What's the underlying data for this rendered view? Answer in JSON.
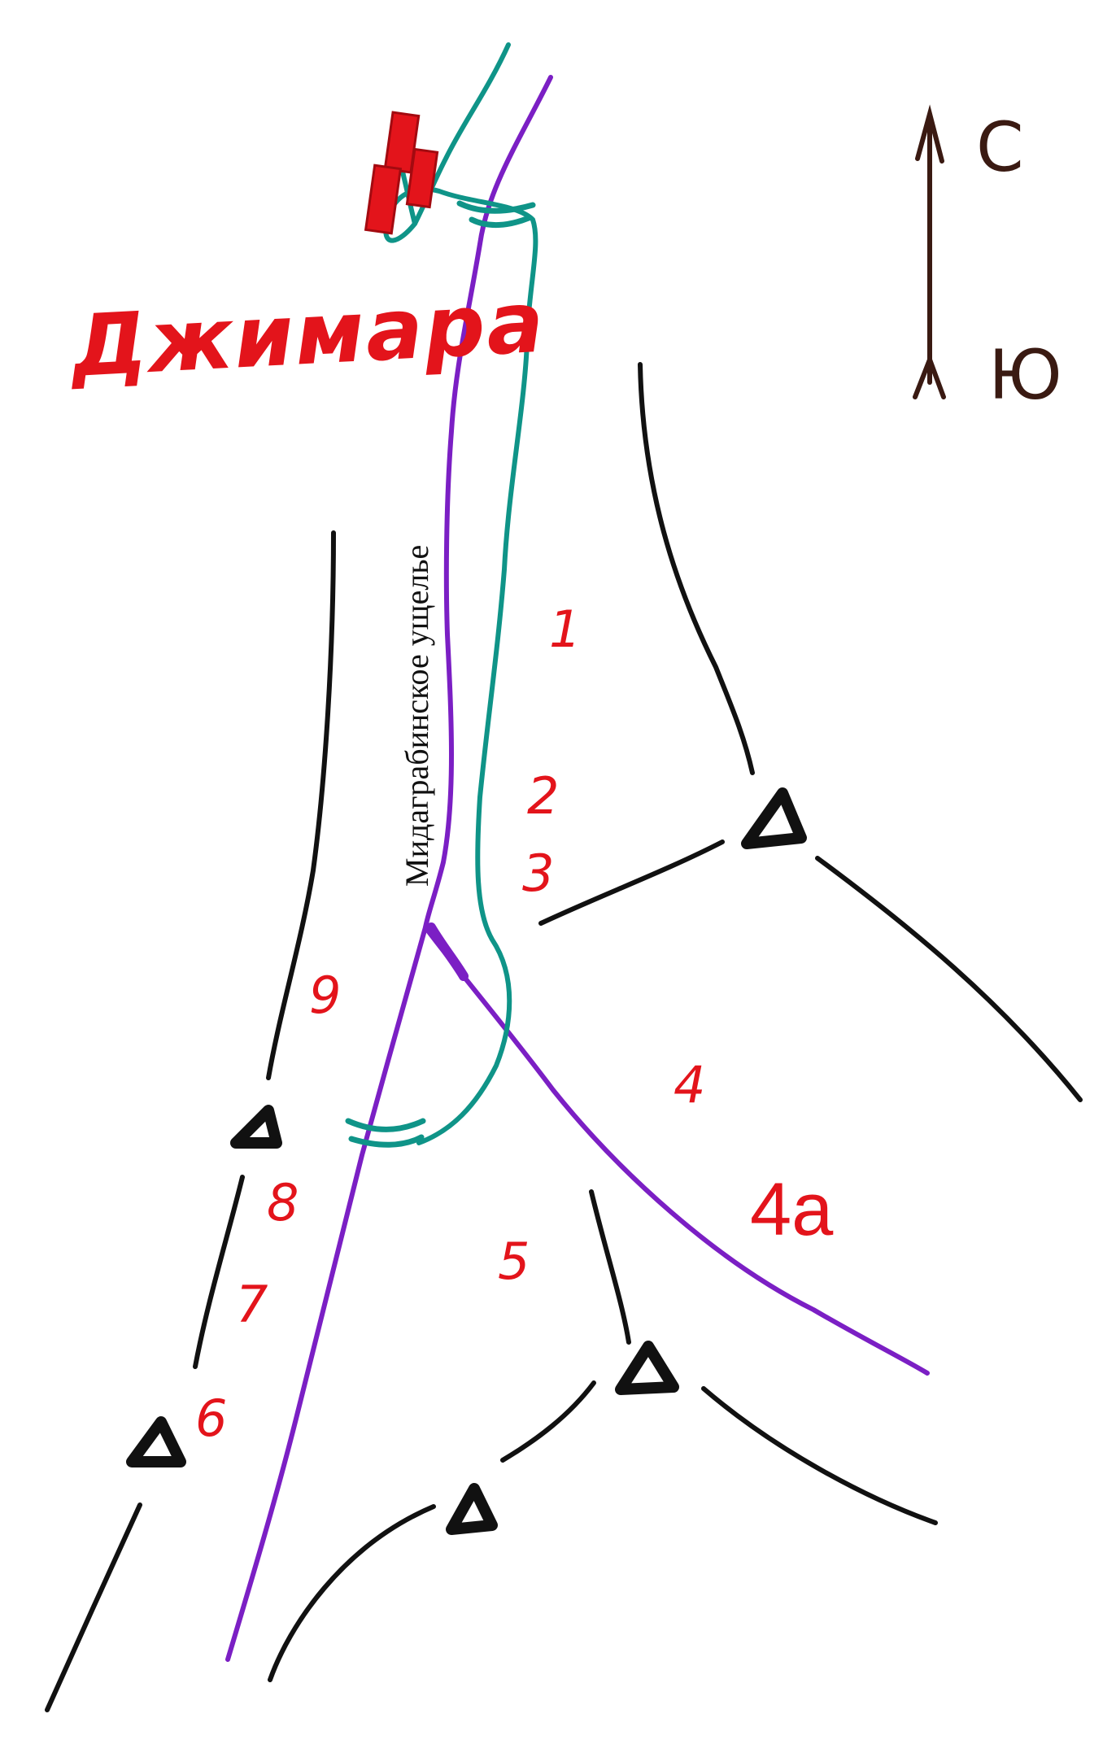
{
  "village": {
    "name": "Джимара"
  },
  "gorge": {
    "name": "Мидаграбинское ущелье"
  },
  "compass": {
    "north": "С",
    "south": "Ю"
  },
  "points": [
    {
      "id": "p1",
      "label": "1"
    },
    {
      "id": "p2",
      "label": "2"
    },
    {
      "id": "p3",
      "label": "3"
    },
    {
      "id": "p4",
      "label": "4"
    },
    {
      "id": "p4a",
      "label": "4а"
    },
    {
      "id": "p5",
      "label": "5"
    },
    {
      "id": "p6",
      "label": "6"
    },
    {
      "id": "p7",
      "label": "7"
    },
    {
      "id": "p8",
      "label": "8"
    },
    {
      "id": "p9",
      "label": "9"
    }
  ],
  "colors": {
    "river": "#7b1fc4",
    "trail": "#0f9488",
    "ridge": "#111111",
    "labels": "#e3141b",
    "village": "#e3141b",
    "compass": "#3a1a12"
  },
  "icons": {
    "peak": "triangle-peak-icon",
    "bridge": "bridge-icon",
    "building": "building-icon"
  }
}
